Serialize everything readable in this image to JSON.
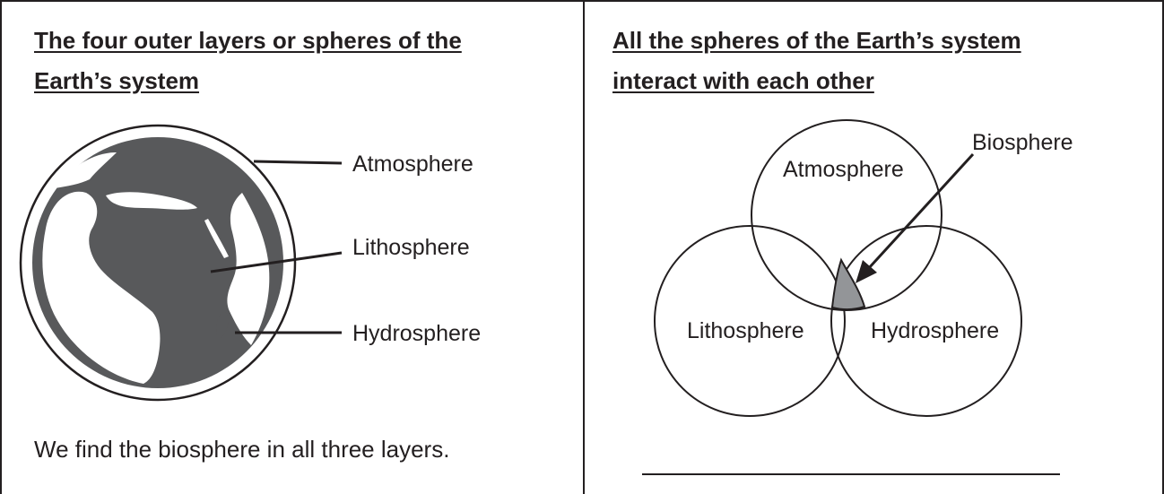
{
  "left_panel": {
    "heading_line1": "The four outer layers or spheres of the ",
    "heading_line2": "Earth’s system",
    "labels": {
      "atmosphere": "Atmosphere",
      "lithosphere": "Lithosphere",
      "hydrosphere": "Hydrosphere"
    },
    "caption": "We find the biosphere in all three layers."
  },
  "right_panel": {
    "heading_line1": "All the spheres of the Earth’s system ",
    "heading_line2": "interact with each other",
    "venn": {
      "atmosphere": "Atmosphere",
      "lithosphere": "Lithosphere",
      "hydrosphere": "Hydrosphere",
      "biosphere": "Biosphere"
    }
  },
  "colors": {
    "ink": "#231f20",
    "land": "#58595b",
    "overlap": "#939598"
  }
}
